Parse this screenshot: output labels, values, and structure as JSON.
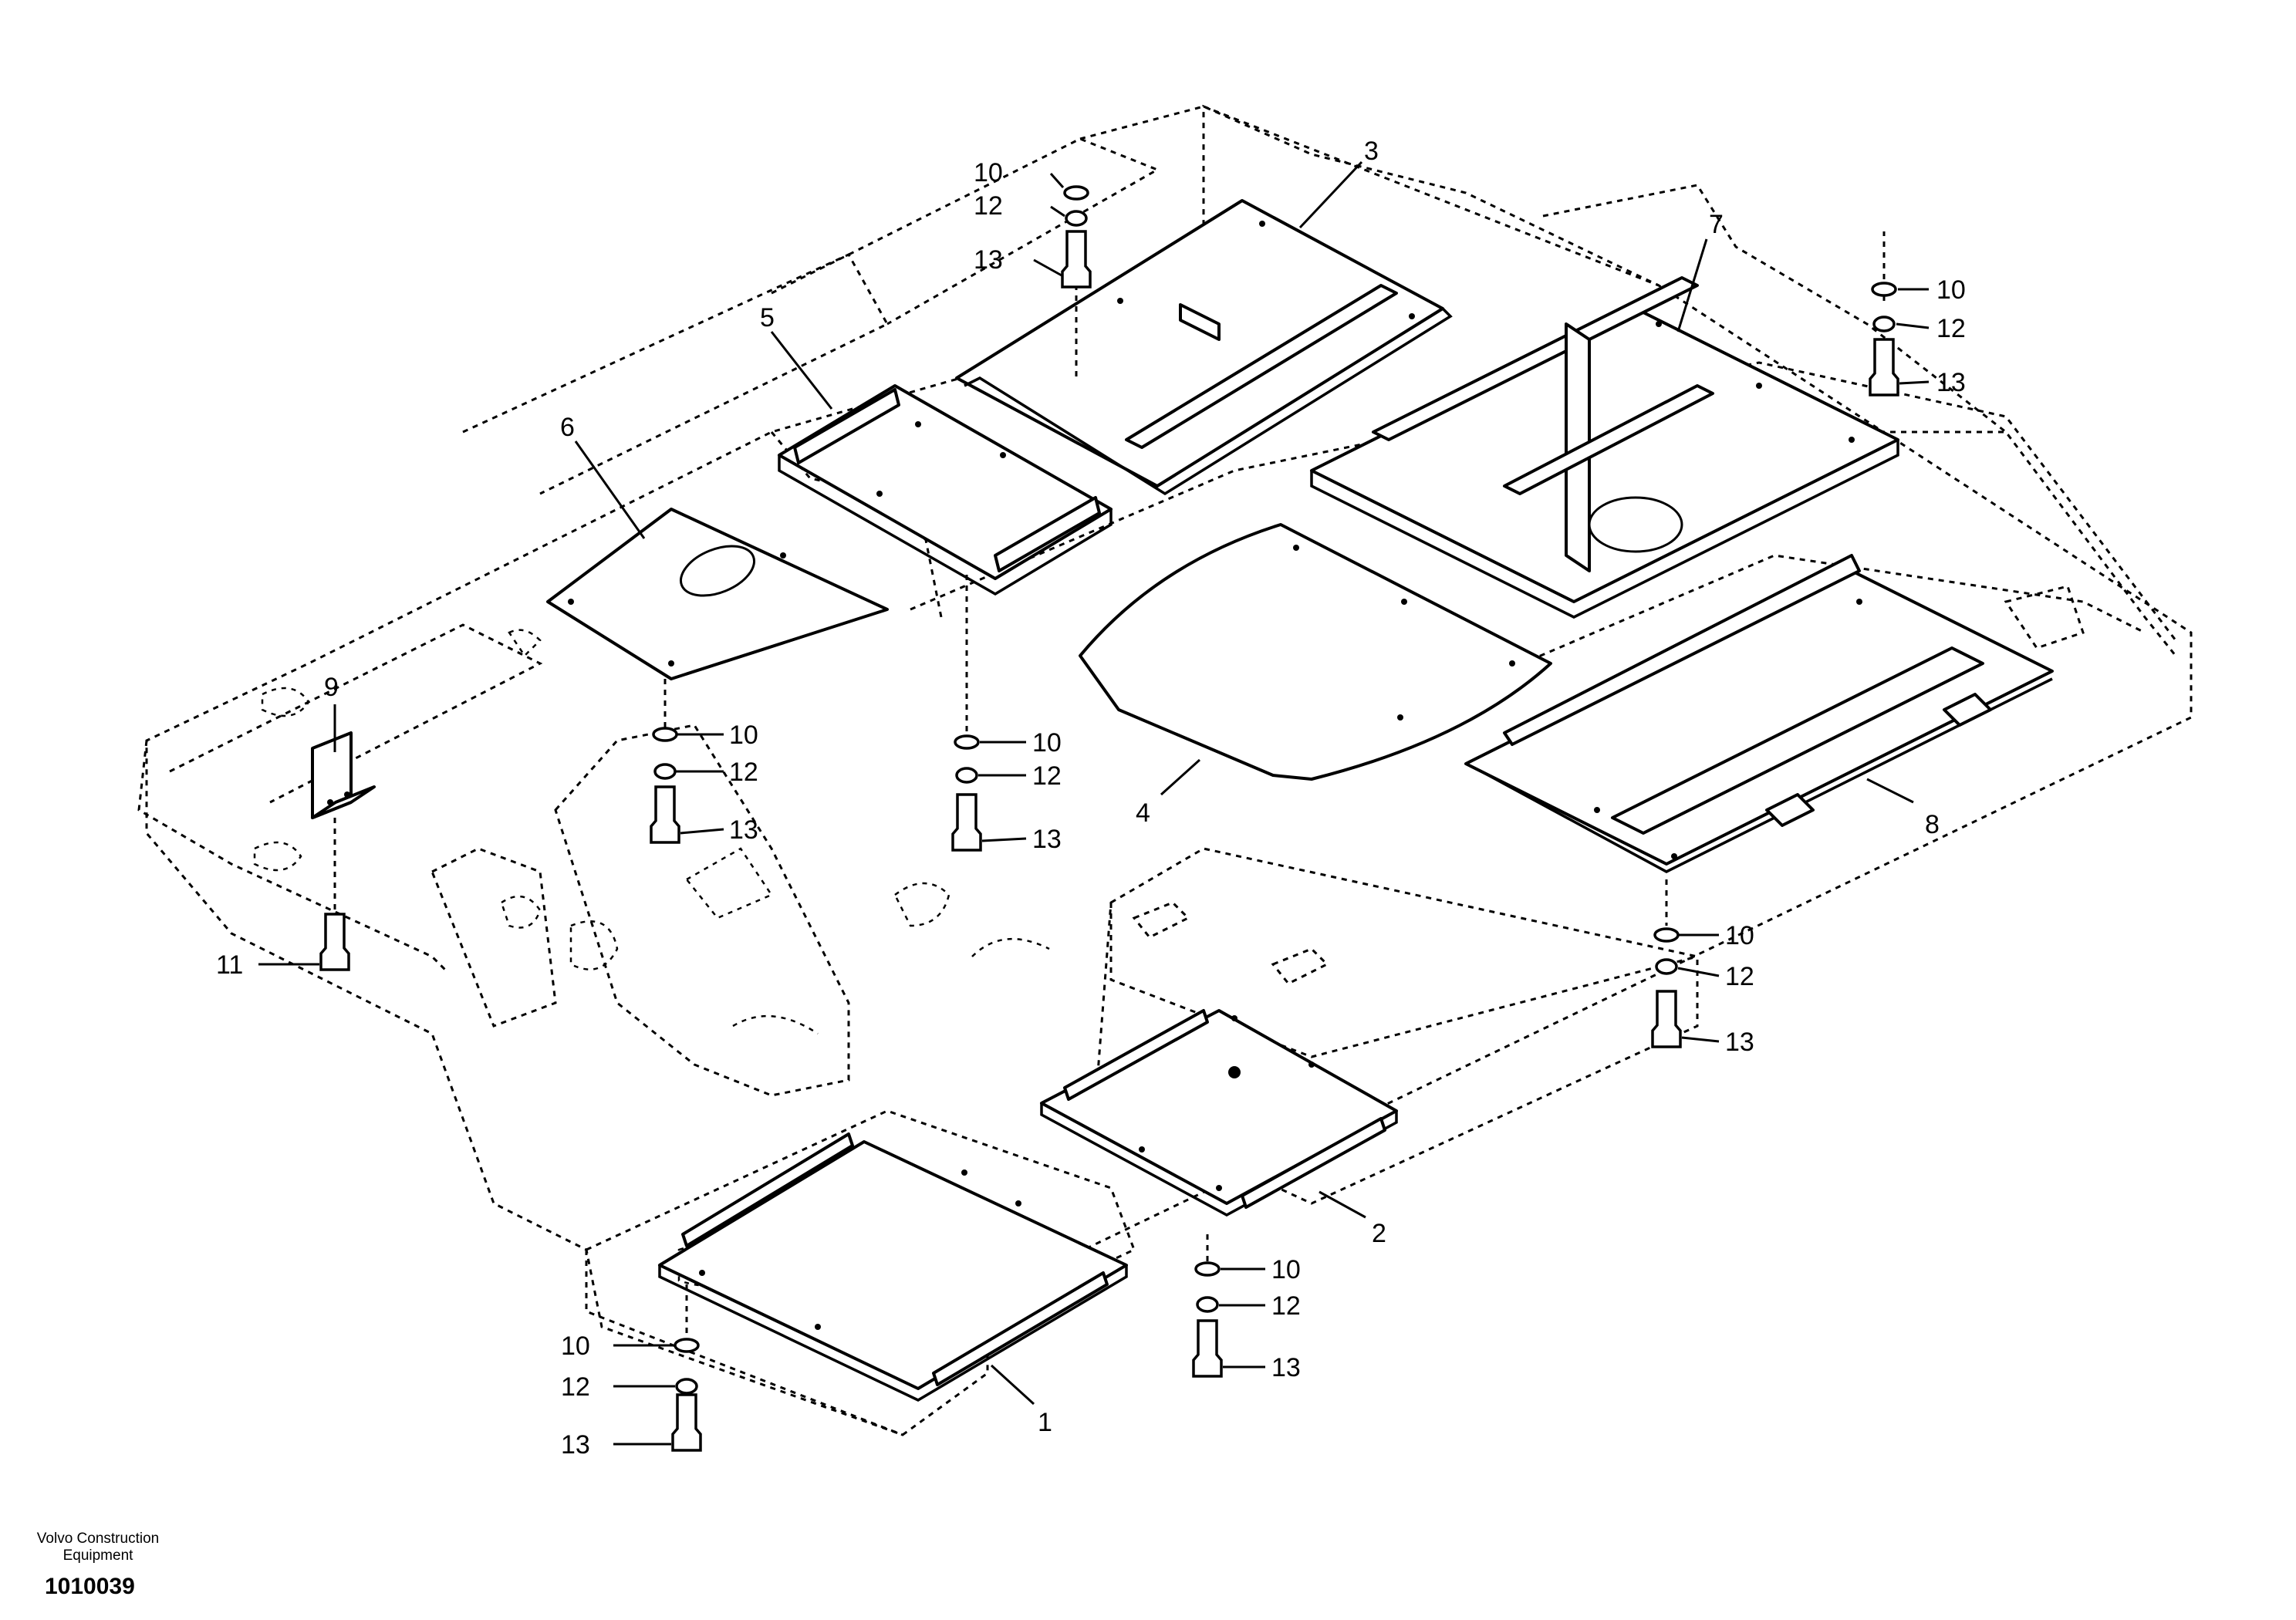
{
  "diagram": {
    "callouts": {
      "c1": "1",
      "c2": "2",
      "c3": "3",
      "c4": "4",
      "c5": "5",
      "c6": "6",
      "c7": "7",
      "c8": "8",
      "c9": "9",
      "c11": "11",
      "b3_10": "10",
      "b3_12": "12",
      "b3_13": "13",
      "b7_10": "10",
      "b7_12": "12",
      "b7_13": "13",
      "b6_10": "10",
      "b6_12": "12",
      "b6_13": "13",
      "b5_10": "10",
      "b5_12": "12",
      "b5_13": "13",
      "b8_10": "10",
      "b8_12": "12",
      "b8_13": "13",
      "b2_10": "10",
      "b2_12": "12",
      "b2_13": "13",
      "b1_10": "10",
      "b1_12": "12",
      "b1_13": "13"
    }
  },
  "footer": {
    "company": "Volvo Construction Equipment",
    "drawing_number": "1010039"
  }
}
